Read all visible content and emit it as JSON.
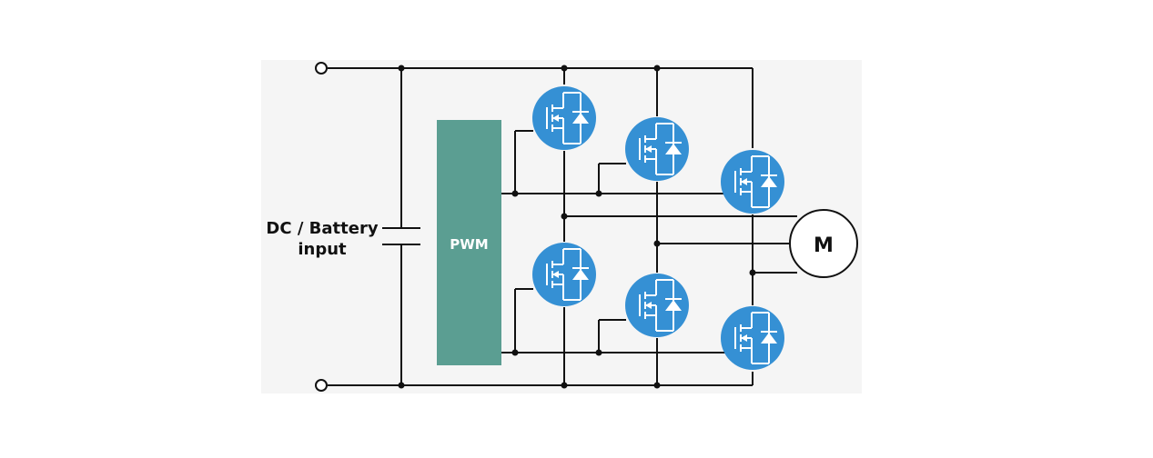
{
  "labels": {
    "input_line1": "DC / Battery",
    "input_line2": "input",
    "controller": "PWM",
    "motor": "M"
  },
  "colors": {
    "background_panel": "#f5f5f5",
    "pwm_block": "#5b9e92",
    "mosfet": "#3590d4",
    "wire": "#111111"
  },
  "components": {
    "mosfet_count": 6,
    "icon": "mosfet-icon"
  }
}
